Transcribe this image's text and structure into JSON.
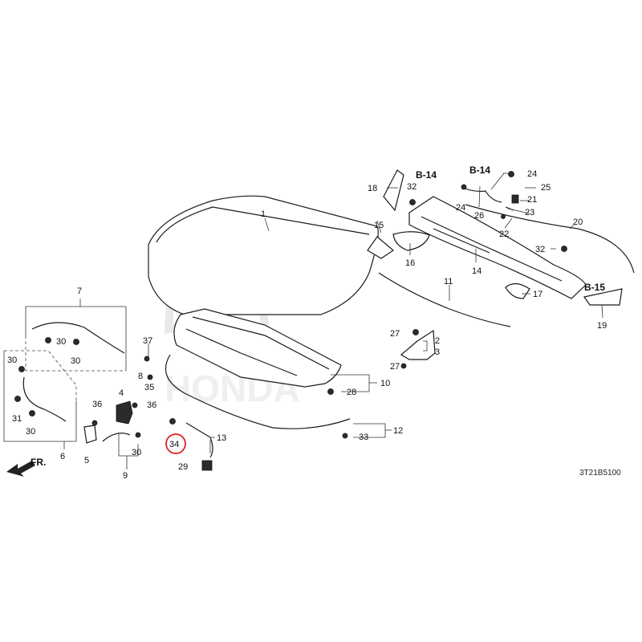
{
  "diagram": {
    "labels": {
      "p1": "1",
      "p2": "2",
      "p3": "3",
      "p4": "4",
      "p5": "5",
      "p6": "6",
      "p7": "7",
      "p8": "8",
      "p9": "9",
      "p10": "10",
      "p11": "11",
      "p12": "12",
      "p13": "13",
      "p14": "14",
      "p15": "15",
      "p16": "16",
      "p17": "17",
      "p18": "18",
      "p19": "19",
      "p20": "20",
      "p21": "21",
      "p22": "22",
      "p23": "23",
      "p24": "24",
      "p25": "25",
      "p26": "26",
      "p27": "27",
      "p28": "28",
      "p29": "29",
      "p30": "30",
      "p31": "31",
      "p32": "32",
      "p33": "33",
      "p34": "34",
      "p35": "35",
      "p36": "36",
      "p37": "37"
    },
    "refs": {
      "b14": "B-14",
      "b15": "B-15"
    },
    "direction_label": "FR.",
    "diagram_code": "3T21B5100",
    "watermark": "HONDA",
    "highlight_color": "#e02020"
  }
}
